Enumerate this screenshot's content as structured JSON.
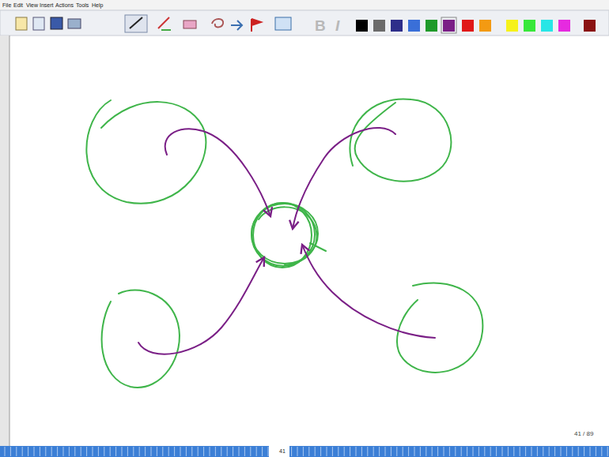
{
  "diagram": {
    "labels": [
      "File",
      "Edit",
      "View",
      "Insert",
      "Actions",
      "Tools",
      "Help",
      "B",
      "I",
      "41 / 89",
      "41"
    ]
  }
}
